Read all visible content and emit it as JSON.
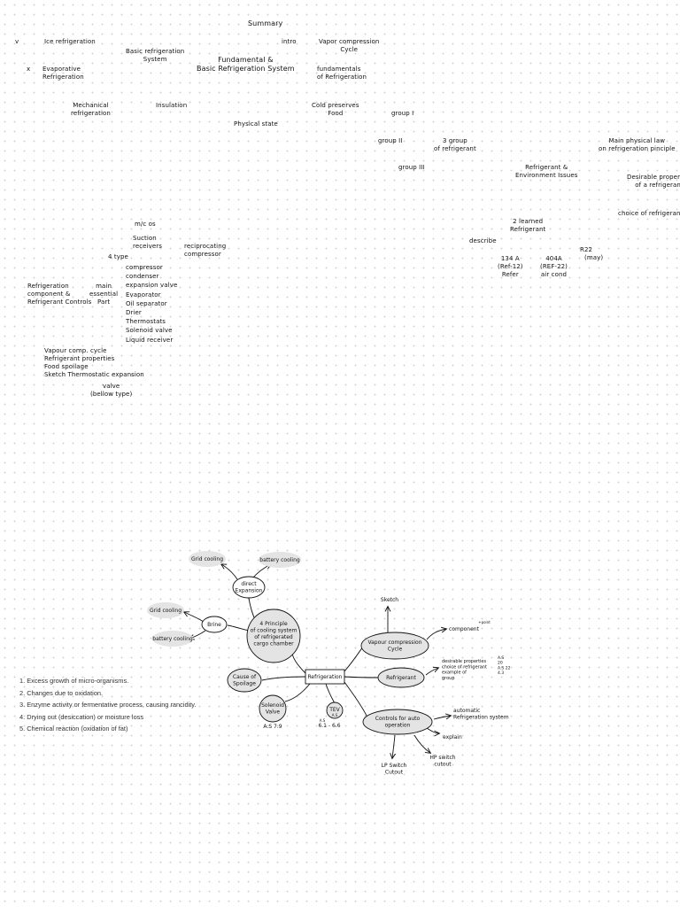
{
  "summary": {
    "title": "Summary",
    "mark_v": "v",
    "mark_x": "x",
    "ice_refrigeration": "Ice refrigeration",
    "basic_refrigeration_system": "Basic refrigeration\nSystem",
    "fundamental_basic": "Fundamental &\nBasic Refrigeration System",
    "intro": "intro",
    "vapor_compression_cycle": "Vapor compression\nCycle",
    "evaporative_refrigeration": "Evaporative\nRefrigeration",
    "fundamentals_of_refrigeration": "fundamentals\nof Refrigeration",
    "mechanical_refrigeration": "Mechanical\nrefrigeration",
    "insulation": "Insulation",
    "cold_preserves_food": "Cold preserves\nFood",
    "group_i": "group I",
    "physical_state": "Physical state",
    "group_ii": "group II",
    "three_group_refrigerant": "3 group\nof refrigerant",
    "main_physical_law": "Main physical law\non refrigeration pinciple",
    "group_iii": "group III",
    "refrigerant_environment": "Refrigerant &\nEnvironment Issues",
    "desirable_properties": "Desirable properties\nof a refrigerant",
    "choice_of_refrigerant": "choice of refrigerant",
    "two_learned_refrigerant": "2 learned\nRefrigerant",
    "describe": "describe",
    "r22": "R22",
    "r22_note": "(may)",
    "r134a": "134 A\n(Ref-12)\nRefer",
    "r404a": "404A\n(REF-22)\nair cond",
    "mc_os": "m/c os",
    "suction_receivers": "Suction\nreceivers",
    "reciprocating_compressor": "reciprocating\ncompressor",
    "four_type": "4 type",
    "component_list": "compressor\ncondenser\nexpansion valve\nEvaporator\nOil separator\nDrier\nThermostats\nSolenoid valve\nLiquid receiver",
    "refrigeration_component_controls": "Refrigeration\ncomponent &\nRefrigerant Controls",
    "main_essential_part": "main\nessential\nPart",
    "vapor_comp_topics": "Vapour comp. cycle\nRefrigerant properties\nFood spoilage\nSketch Thermostatic expansion",
    "valve_bellow": "valve\n(bellow type)"
  },
  "mindmap": {
    "center": "Refrigeration",
    "principle": "4  Principle\nof cooling system\nof refrigerated\ncargo chamber",
    "direct_expansion": "direct\nExpansion",
    "brine": "Brine",
    "grid_cooling_1": "Grid cooling",
    "battery_cooling_1": "battery cooling",
    "grid_cooling_2": "Grid cooling",
    "battery_cooling_2": "battery cooling",
    "cause_of_spoilage": "Cause of\nSpoilage",
    "solenoid_valve": "Solenoid\nValve",
    "solenoid_ref": "A.S  7.9",
    "tev": "TEV",
    "tev_sub": "A.S",
    "tev_ref": "6.1 - 6.6",
    "tev_mark": "A.S",
    "vapour_compression_cycle": "Vapour compression\nCycle",
    "sketch": "Sketch",
    "component": "component",
    "component_mark": "+point",
    "refrigerant": "Refrigerant",
    "refrigerant_notes": "desirable  properties\nchoice  of  refrigerant\nexample  of\ngroup",
    "refrigerant_refs": "A.S\n20\nA.S 22\n4.3",
    "controls_auto": "Controls  for  auto\noperation",
    "automatic_refrigeration": "automatic\nRefrigeration system",
    "explain": "explain",
    "hp_switch": "HP switch\ncutout",
    "lp_switch": "LP Switch\nCutout"
  },
  "spoilage_causes": [
    "1. Excess growth of micro-organisms.",
    "2. Changes due to oxidation.",
    "3. Enzyme activity or fermentative process, causing rancidity.",
    "4. Drying out (desiccation) or moisture loss",
    "5. Chemical reaction (oxidation of fat)"
  ],
  "colors": {
    "paper": "#ffffff",
    "dot_grid": "#d4d4d4",
    "ink": "#111111",
    "bubble_fill": "#e4e4e4",
    "list_text": "#333333"
  }
}
